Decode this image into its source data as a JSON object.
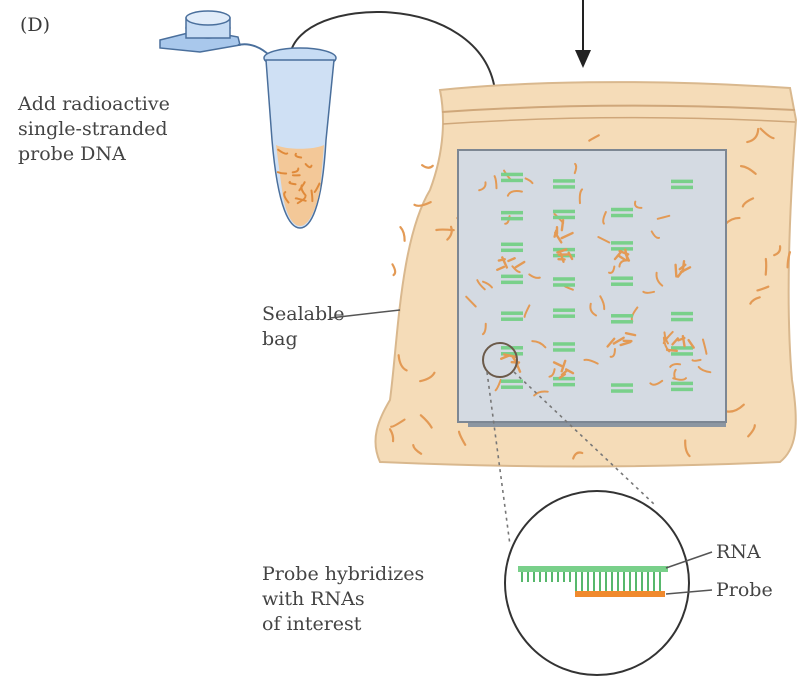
{
  "panel_label": "(D)",
  "add_probe_text": [
    "Add radioactive",
    "single-stranded",
    "probe DNA"
  ],
  "bag_text": [
    "Sealable",
    "bag"
  ],
  "hybridize_text": [
    "Probe hybridizes",
    "with RNAs",
    "of interest"
  ],
  "legend": {
    "rna": "RNA",
    "probe": "Probe"
  },
  "colors": {
    "bag_fill": "#f5dcb8",
    "bag_edge": "#d9b88e",
    "strand": "#e39a55",
    "membrane": "#d4dae2",
    "membrane_edge": "#7d8793",
    "rna_green": "#79d08a",
    "probe_orange": "#f08a2e",
    "tube_blue": "#a9c8ec"
  },
  "icons": [
    "microcentrifuge-tube-icon",
    "down-arrow-icon",
    "curved-arrow-icon",
    "magnifier-circle-icon"
  ]
}
